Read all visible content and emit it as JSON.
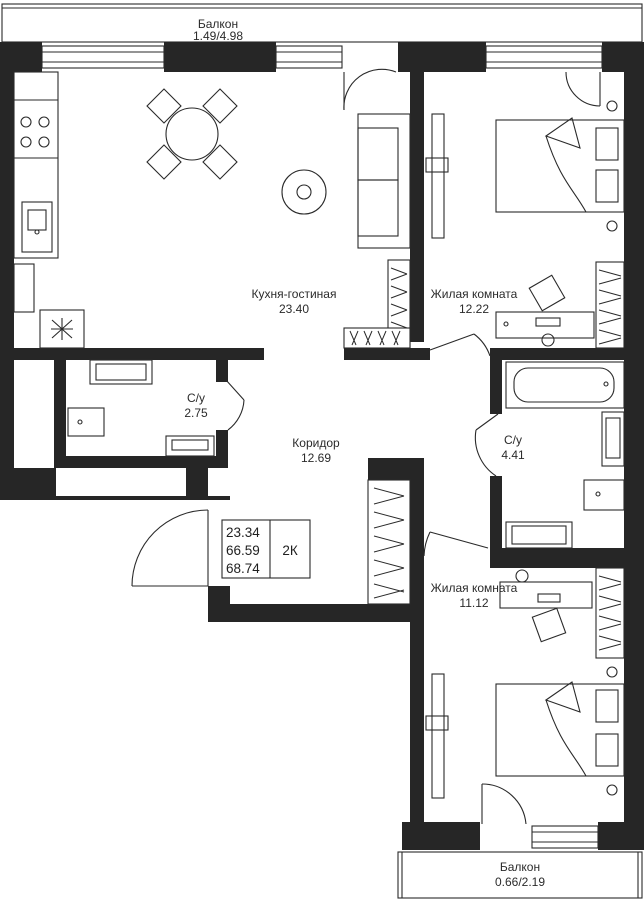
{
  "rooms": {
    "balcony_top": {
      "name": "Балкон",
      "area": "1.49/4.98"
    },
    "kitchen_living": {
      "name": "Кухня-гостиная",
      "area": "23.40"
    },
    "bedroom1": {
      "name": "Жилая комната",
      "area": "12.22"
    },
    "bathroom1": {
      "name": "С/у",
      "area": "2.75"
    },
    "corridor": {
      "name": "Коридор",
      "area": "12.69"
    },
    "bathroom2": {
      "name": "С/у",
      "area": "4.41"
    },
    "bedroom2": {
      "name": "Жилая комната",
      "area": "11.12"
    },
    "balcony_bottom": {
      "name": "Балкон",
      "area": "0.66/2.19"
    }
  },
  "summary": {
    "living_area": "23.34",
    "total_area": "66.59",
    "total_with_balcony": "68.74",
    "type": "2К"
  },
  "colors": {
    "wall": "#262626",
    "line": "#2a2a2a",
    "background": "#ffffff"
  }
}
